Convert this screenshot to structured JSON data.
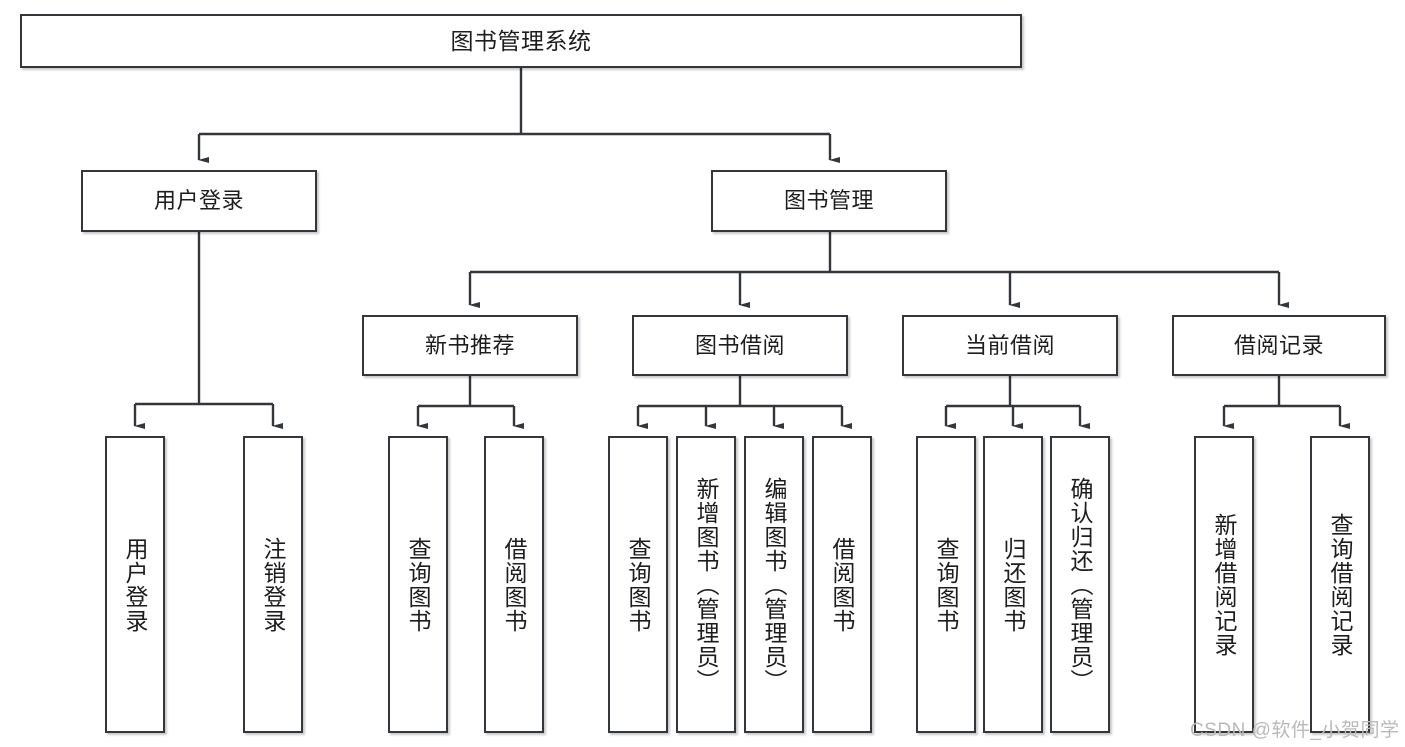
{
  "diagram": {
    "type": "tree-hierarchy",
    "title": "图书管理系统",
    "theme": {
      "box_border": "#33363b",
      "box_fill": "#ffffff",
      "line": "#33363b",
      "text": "#1d1d1d",
      "watermark": "#b9b9b9",
      "background": "#ffffff"
    },
    "root": {
      "label": "图书管理系统"
    },
    "level2": [
      {
        "label": "用户登录"
      },
      {
        "label": "图书管理"
      }
    ],
    "level3": [
      {
        "label": "新书推荐"
      },
      {
        "label": "图书借阅"
      },
      {
        "label": "当前借阅"
      },
      {
        "label": "借阅记录"
      }
    ],
    "leaves": {
      "user_login": [
        {
          "label": "用户登录"
        },
        {
          "label": "注销登录"
        }
      ],
      "new_book_recommend": [
        {
          "label": "查询图书"
        },
        {
          "label": "借阅图书"
        }
      ],
      "book_borrow": [
        {
          "label": "查询图书"
        },
        {
          "label": "新增图书（管理员）"
        },
        {
          "label": "编辑图书（管理员）"
        },
        {
          "label": "借阅图书"
        }
      ],
      "current_borrow": [
        {
          "label": "查询图书"
        },
        {
          "label": "归还图书"
        },
        {
          "label": "确认归还（管理员）"
        }
      ],
      "borrow_record": [
        {
          "label": "新增借阅记录"
        },
        {
          "label": "查询借阅记录"
        }
      ]
    },
    "watermark": "CSDN @软件_小贺同学"
  }
}
